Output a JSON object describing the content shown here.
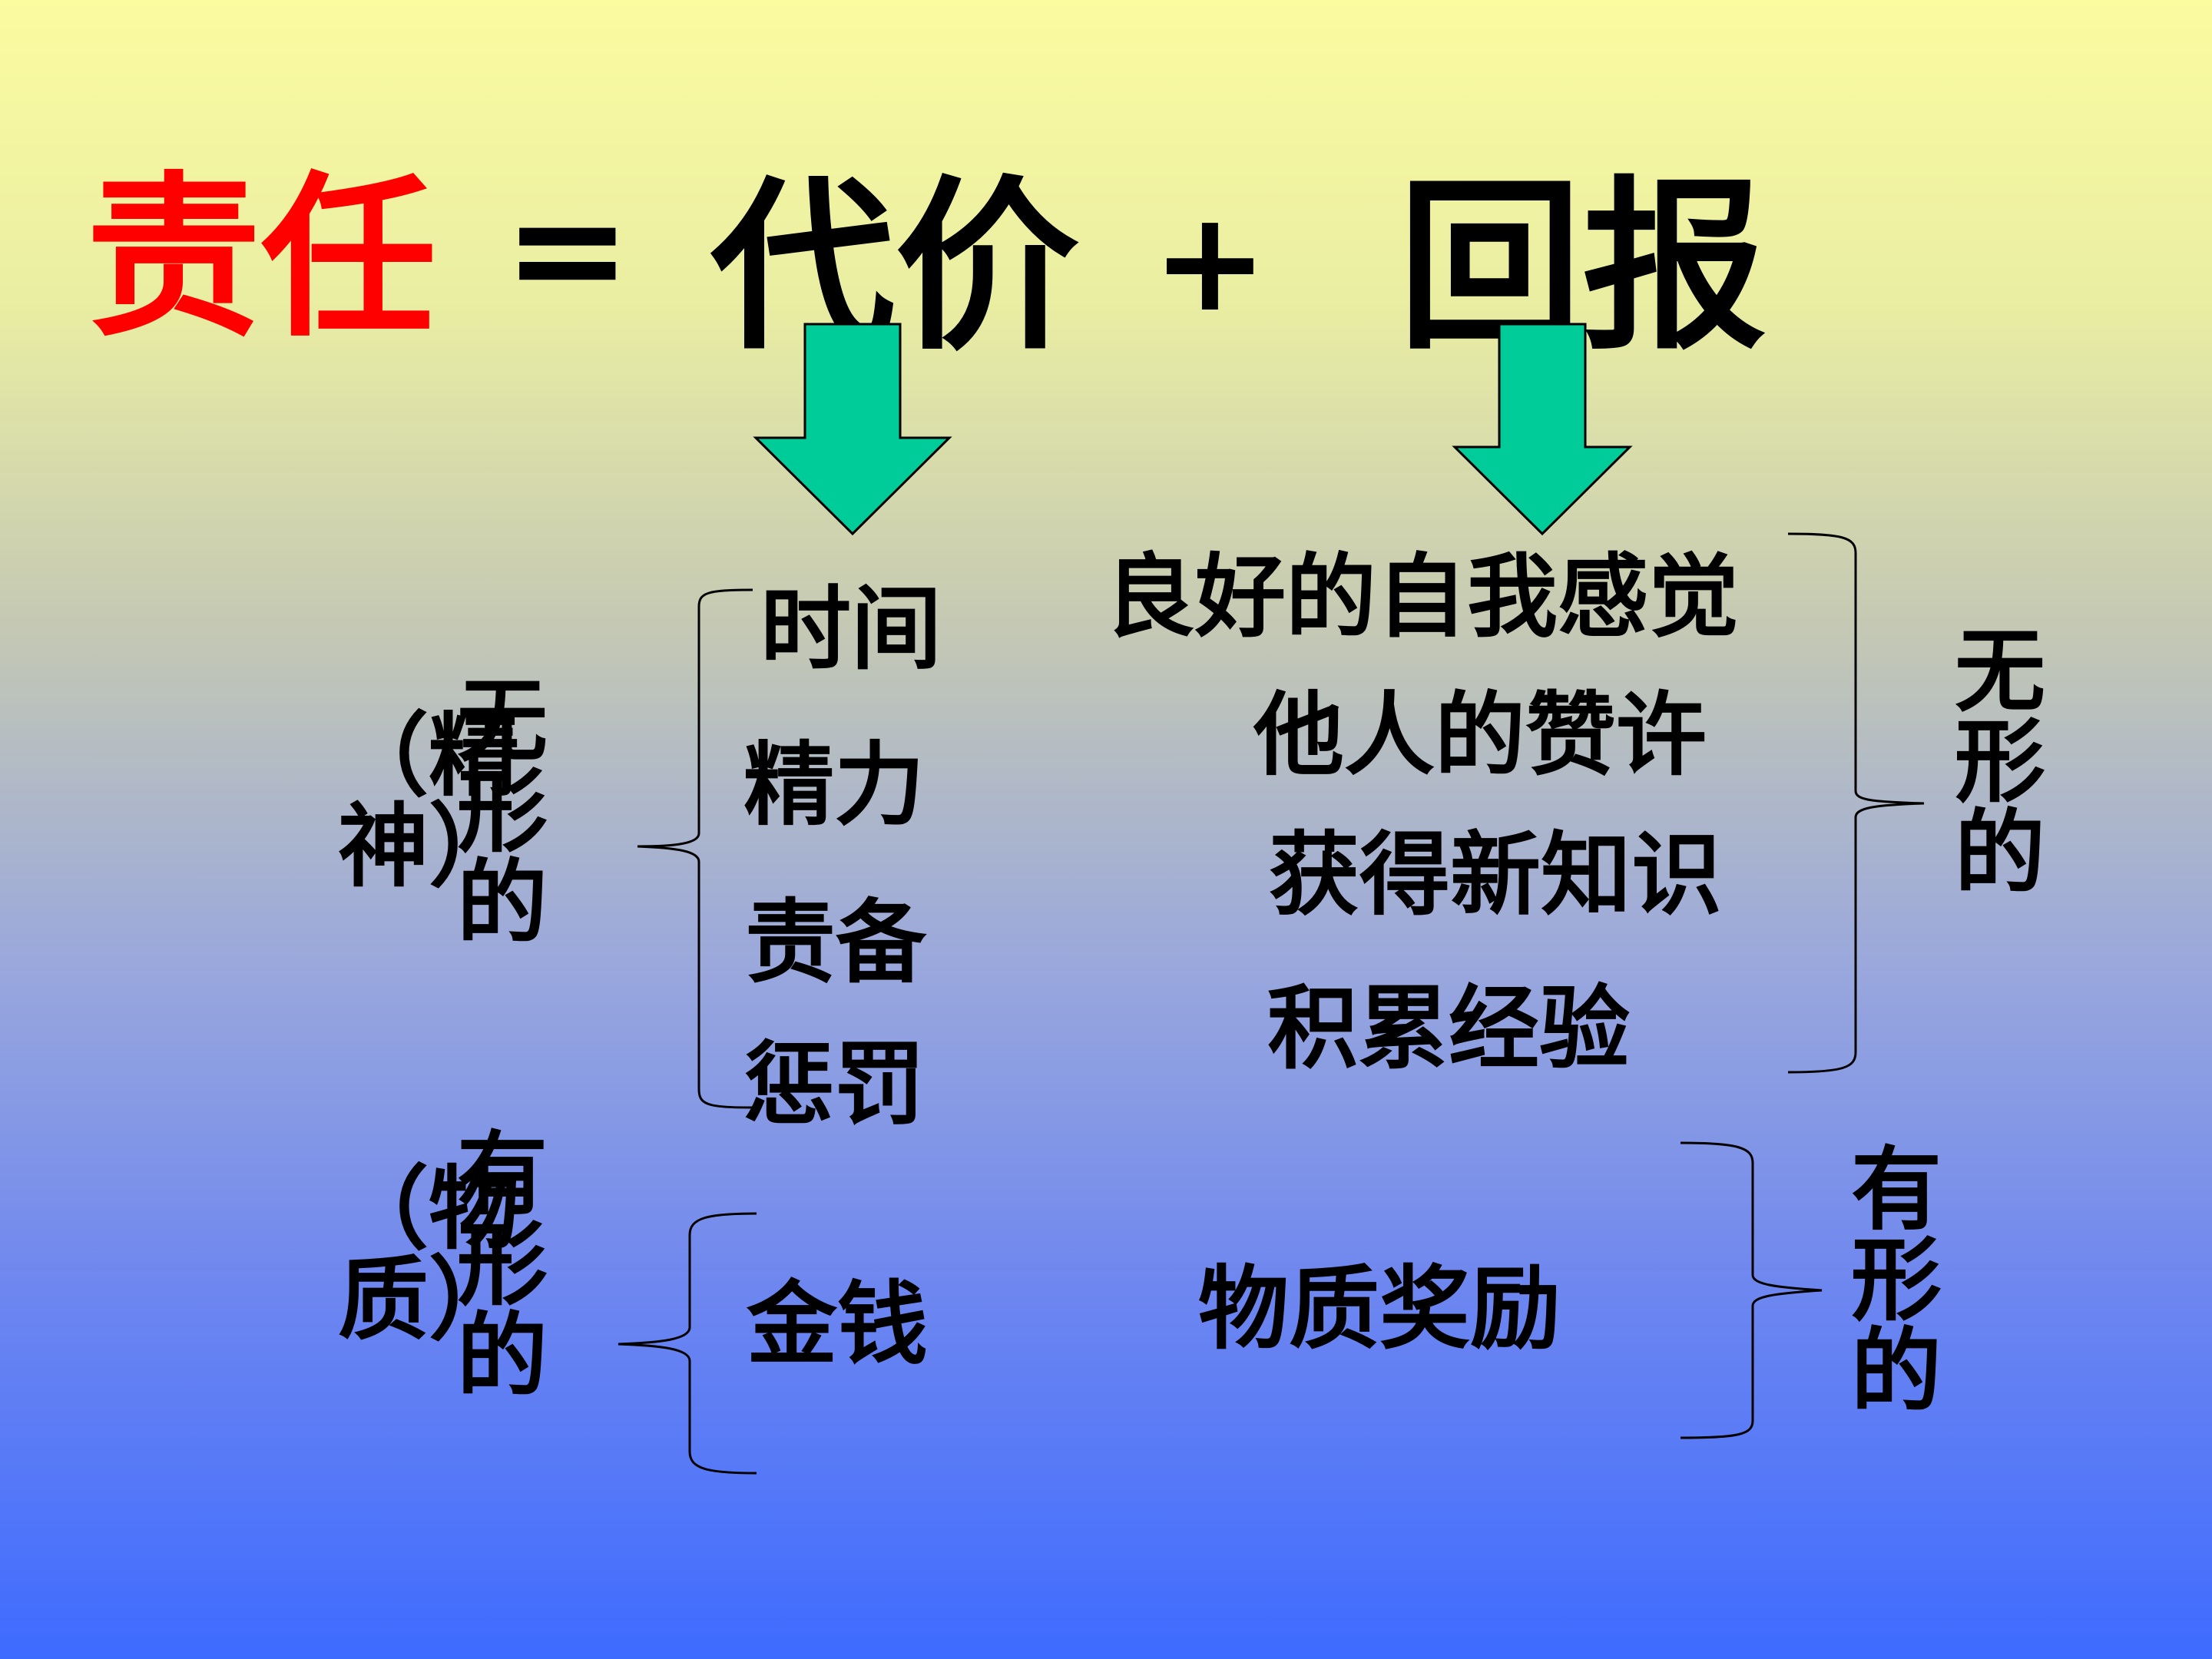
{
  "colors": {
    "title_red": "#ff0000",
    "arrow_fill": "#00cc99",
    "text": "#000000"
  },
  "equation": {
    "responsibility": "责任",
    "equals": "=",
    "cost": "代价",
    "plus": "+",
    "reward": "回报"
  },
  "icons": {
    "cost_arrow": "down-arrow-icon",
    "reward_arrow": "down-arrow-icon"
  },
  "left_labels": {
    "intangible": "无形的",
    "intangible_paren": "（精神）",
    "tangible": "有形的",
    "tangible_paren": "（物质）"
  },
  "cost_items": {
    "intangible": [
      "时间",
      "精力",
      "责备",
      "惩罚"
    ],
    "tangible": [
      "金钱"
    ]
  },
  "reward_items": {
    "intangible": [
      "良好的自我感觉",
      "他人的赞许",
      "获得新知识",
      "积累经验"
    ],
    "tangible": [
      "物质奖励"
    ]
  },
  "right_labels": {
    "intangible": "无形的",
    "tangible": "有形的"
  }
}
